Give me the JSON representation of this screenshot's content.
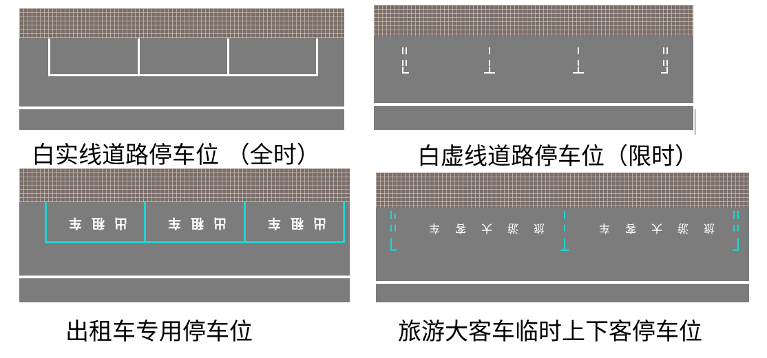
{
  "captions": {
    "solid": "白实线道路停车位 （全时）",
    "dashed": "白虚线道路停车位（限时）",
    "taxi": "出租车专用停车位",
    "tour": "旅游大客车临时上下客停车位"
  },
  "taxi_text": "出租车",
  "tour_text": "旅游大客车",
  "colors": {
    "road": "#7c7c7c",
    "sidewalk": "#7a6e69",
    "white_line": "#ffffff",
    "taxi_line": "#22d3d3"
  }
}
